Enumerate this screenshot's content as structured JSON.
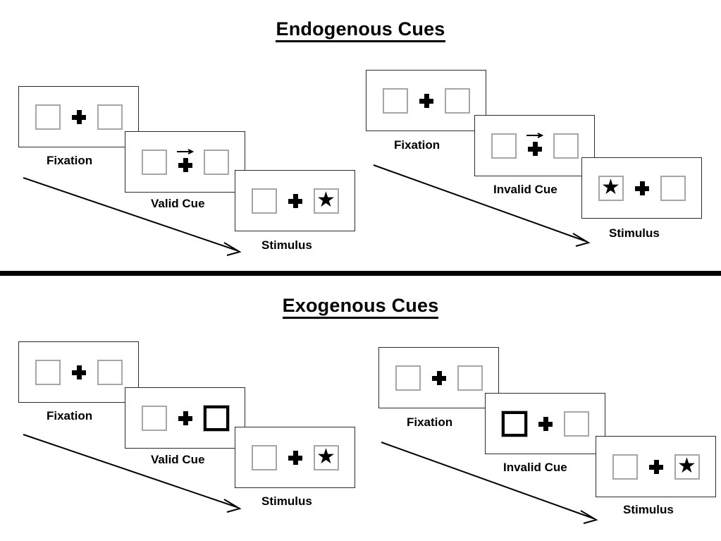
{
  "figure": {
    "sections": [
      {
        "id": "endogenous",
        "title": "Endogenous Cues",
        "cue_type": "central-arrow",
        "sequences": [
          {
            "id": "endogenous-valid",
            "validity": "valid",
            "frames": [
              {
                "caption": "Fixation",
                "left_box": "empty",
                "right_box": "empty",
                "center": "fixation-cross",
                "arrow": "none"
              },
              {
                "caption": "Valid Cue",
                "left_box": "empty",
                "right_box": "empty",
                "center": "fixation-cross-with-arrow",
                "arrow": "right"
              },
              {
                "caption": "Stimulus",
                "left_box": "empty",
                "right_box": "star",
                "center": "fixation-cross",
                "arrow": "none"
              }
            ]
          },
          {
            "id": "endogenous-invalid",
            "validity": "invalid",
            "frames": [
              {
                "caption": "Fixation",
                "left_box": "empty",
                "right_box": "empty",
                "center": "fixation-cross",
                "arrow": "none"
              },
              {
                "caption": "Invalid Cue",
                "left_box": "empty",
                "right_box": "empty",
                "center": "fixation-cross-with-arrow",
                "arrow": "right"
              },
              {
                "caption": "Stimulus",
                "left_box": "star",
                "right_box": "empty",
                "center": "fixation-cross",
                "arrow": "none"
              }
            ]
          }
        ]
      },
      {
        "id": "exogenous",
        "title": "Exogenous Cues",
        "cue_type": "peripheral-box-flash",
        "sequences": [
          {
            "id": "exogenous-valid",
            "validity": "valid",
            "frames": [
              {
                "caption": "Fixation",
                "left_box": "empty",
                "right_box": "empty",
                "center": "fixation-cross",
                "arrow": "none"
              },
              {
                "caption": "Valid Cue",
                "left_box": "empty",
                "right_box": "cued",
                "center": "fixation-cross",
                "arrow": "none"
              },
              {
                "caption": "Stimulus",
                "left_box": "empty",
                "right_box": "star",
                "center": "fixation-cross",
                "arrow": "none"
              }
            ]
          },
          {
            "id": "exogenous-invalid",
            "validity": "invalid",
            "frames": [
              {
                "caption": "Fixation",
                "left_box": "empty",
                "right_box": "empty",
                "center": "fixation-cross",
                "arrow": "none"
              },
              {
                "caption": "Invalid Cue",
                "left_box": "cued",
                "right_box": "empty",
                "center": "fixation-cross",
                "arrow": "none"
              },
              {
                "caption": "Stimulus",
                "left_box": "empty",
                "right_box": "star",
                "center": "fixation-cross",
                "arrow": "none"
              }
            ]
          }
        ]
      }
    ],
    "glyphs": {
      "star": "★",
      "cue_arrow": "right-arrow",
      "fixation": "plus"
    },
    "colors": {
      "ink": "#000000",
      "panel_border": "#2b2b2b",
      "box_border": "#a6a6a6",
      "cued_box_border": "#000000",
      "background": "#ffffff"
    },
    "time_arrows": [
      {
        "id": "endogenous-valid-time-arrow",
        "direction": "down-right"
      },
      {
        "id": "endogenous-invalid-time-arrow",
        "direction": "down-right"
      },
      {
        "id": "exogenous-valid-time-arrow",
        "direction": "down-right"
      },
      {
        "id": "exogenous-invalid-time-arrow",
        "direction": "down-right"
      }
    ]
  }
}
